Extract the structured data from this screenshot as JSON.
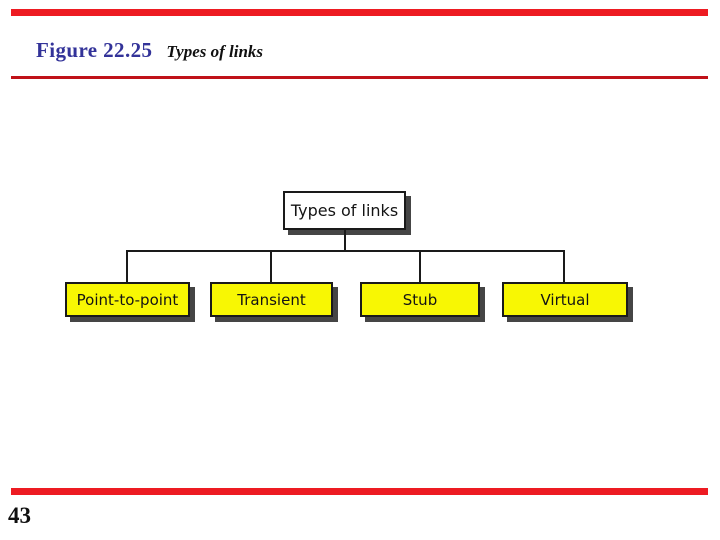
{
  "header": {
    "figure_label": "Figure 22.25",
    "figure_title": "Types of links"
  },
  "footer": {
    "page_number": "43"
  },
  "diagram": {
    "type": "tree",
    "root": {
      "label": "Types of links"
    },
    "children": [
      {
        "label": "Point-to-point"
      },
      {
        "label": "Transient"
      },
      {
        "label": "Stub"
      },
      {
        "label": "Virtual"
      }
    ]
  },
  "colors": {
    "accent_red": "#ED1B22",
    "rule_red": "#C01118",
    "title_blue": "#333399",
    "node_yellow": "#F8F703",
    "line_color": "#1A1A1A",
    "shadow_color": "#454545"
  }
}
